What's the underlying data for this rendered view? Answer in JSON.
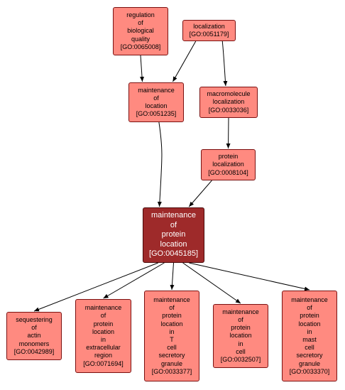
{
  "colors": {
    "node_fill": "#ff8a80",
    "node_border": "#7a1010",
    "focus_fill": "#9e2a2a",
    "focus_text": "#ffffff",
    "edge": "#000000",
    "background": "#ffffff"
  },
  "nodes": [
    {
      "key": "n_reg_bio_quality",
      "lines": [
        "regulation",
        "of",
        "biological",
        "quality",
        "[GO:0065008]"
      ]
    },
    {
      "key": "n_localization",
      "lines": [
        "localization",
        "[GO:0051179]"
      ]
    },
    {
      "key": "n_maint_location",
      "lines": [
        "maintenance",
        "of",
        "location",
        "[GO:0051235]"
      ]
    },
    {
      "key": "n_macromolecule_loc",
      "lines": [
        "macromolecule",
        "localization",
        "[GO:0033036]"
      ]
    },
    {
      "key": "n_protein_loc",
      "lines": [
        "protein",
        "localization",
        "[GO:0008104]"
      ]
    },
    {
      "key": "n_maint_protein_loc",
      "lines": [
        "maintenance",
        "of",
        "protein",
        "location",
        "[GO:0045185]"
      ]
    },
    {
      "key": "n_seq_actin",
      "lines": [
        "sequestering",
        "of",
        "actin",
        "monomers",
        "[GO:0042989]"
      ]
    },
    {
      "key": "n_extracellular",
      "lines": [
        "maintenance",
        "of",
        "protein",
        "location",
        "in",
        "extracellular",
        "region",
        "[GO:0071694]"
      ]
    },
    {
      "key": "n_tcell",
      "lines": [
        "maintenance",
        "of",
        "protein",
        "location",
        "in",
        "T",
        "cell",
        "secretory",
        "granule",
        "[GO:0033377]"
      ]
    },
    {
      "key": "n_cell",
      "lines": [
        "maintenance",
        "of",
        "protein",
        "location",
        "in",
        "cell",
        "[GO:0032507]"
      ]
    },
    {
      "key": "n_mast",
      "lines": [
        "maintenance",
        "of",
        "protein",
        "location",
        "in",
        "mast",
        "cell",
        "secretory",
        "granule",
        "[GO:0033370]"
      ]
    }
  ],
  "edges": [
    {
      "from": "n_reg_bio_quality",
      "to": "n_maint_location"
    },
    {
      "from": "n_localization",
      "to": "n_maint_location"
    },
    {
      "from": "n_localization",
      "to": "n_macromolecule_loc"
    },
    {
      "from": "n_macromolecule_loc",
      "to": "n_protein_loc"
    },
    {
      "from": "n_maint_location",
      "to": "n_maint_protein_loc"
    },
    {
      "from": "n_protein_loc",
      "to": "n_maint_protein_loc"
    },
    {
      "from": "n_maint_protein_loc",
      "to": "n_seq_actin"
    },
    {
      "from": "n_maint_protein_loc",
      "to": "n_extracellular"
    },
    {
      "from": "n_maint_protein_loc",
      "to": "n_tcell"
    },
    {
      "from": "n_maint_protein_loc",
      "to": "n_cell"
    },
    {
      "from": "n_maint_protein_loc",
      "to": "n_mast"
    }
  ],
  "focus_node": "n_maint_protein_loc"
}
